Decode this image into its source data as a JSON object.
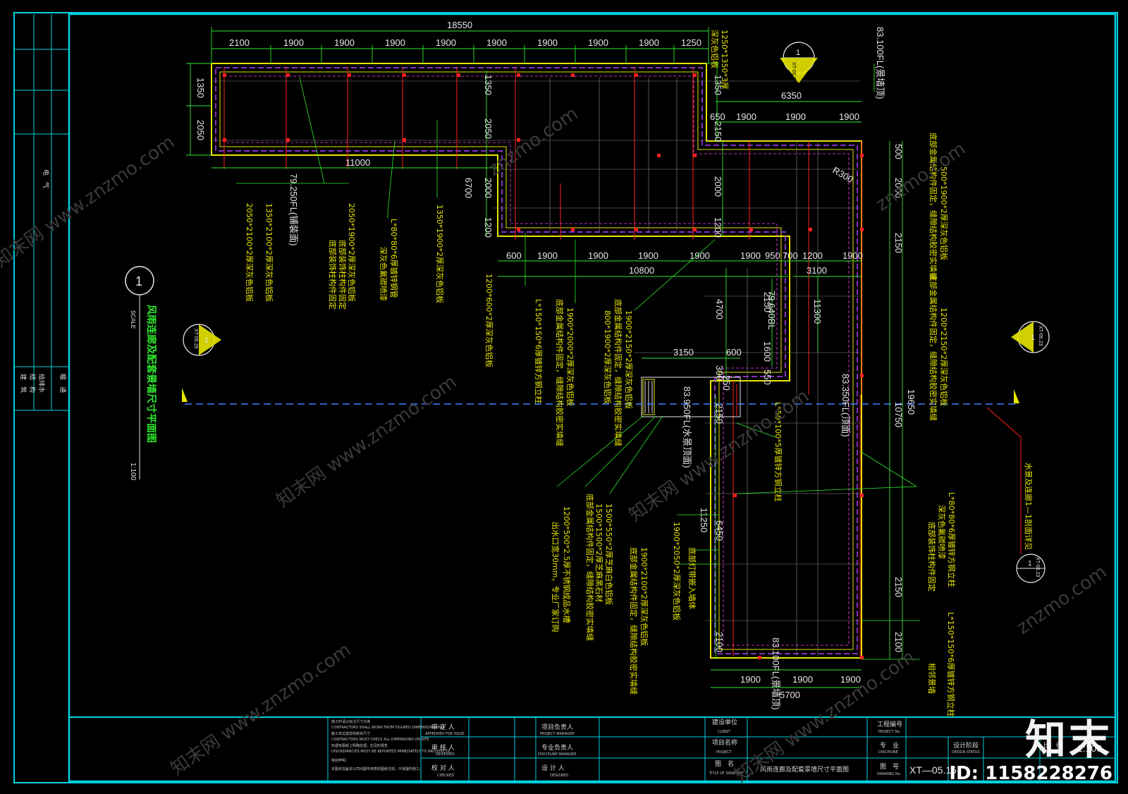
{
  "drawing": {
    "title_vertical": "风雨连廊及配套景墙尺寸平面图",
    "scale_label": "SCALE",
    "scale_value": "1:100",
    "detail_no": "1",
    "left_strip_top": "电　气",
    "left_strip_rows": [
      "建　筑",
      "结　构",
      "给排水",
      "暖　通"
    ]
  },
  "dimensions": {
    "top_total": "18550",
    "top_segments": [
      "2100",
      "1900",
      "1900",
      "1900",
      "1900",
      "1900",
      "1900",
      "1900",
      "1900",
      "1250"
    ],
    "left_1350": "1350",
    "left_2050": "2050",
    "mid_11000": "11000",
    "inner_1350": "1350",
    "inner_2050": "2050",
    "inner_2000": "2000",
    "inner_1200": "1200",
    "inner_6700": "6700",
    "right_6350": "6350",
    "right_segs": [
      "650",
      "1900",
      "1900",
      "1900"
    ],
    "right_2150": "2150",
    "right_1350": "1350",
    "col_2000": "2000",
    "col_1200": "1200",
    "r300": "R300",
    "r_500": "500",
    "r_2000": "2000",
    "r_2150": "2150",
    "bottom_row": [
      "600",
      "1900",
      "1900",
      "1900",
      "1900",
      "1900",
      "950",
      "700",
      "1200",
      "1900"
    ],
    "d_10800": "10800",
    "d_3100": "3100",
    "d_4700": "4700",
    "d_2150": "2150",
    "d_1600": "1600",
    "d_11300": "11300",
    "d_3150": "3150",
    "d_600": "600",
    "d_300": "300",
    "d_250": "250",
    "d_550": "550",
    "d_2150b": "2150",
    "d_10750": "10750",
    "d_19650": "19650",
    "d_11250": "11250",
    "d_6450": "6450",
    "d_2150c": "2150",
    "d_2100": "2100",
    "d_2100b": "2100",
    "bottom_segs": [
      "1900",
      "1900",
      "1900"
    ],
    "d_5700": "5700"
  },
  "levels": {
    "l1": "83.100FL(景墙顶)",
    "l2": "79.250FL(铺装面)",
    "l3": "79.640BL",
    "l4": "83.950FL(水景顶面)",
    "l5": "83.350FL(顶面)",
    "l6": "83.100FL(景墙顶)"
  },
  "notes": {
    "n1": "1250*1350*3厚",
    "n1b": "深灰色铝板",
    "n2": "2050*2100*2厚深灰色铝板",
    "n3": "1350*2100*2厚深灰色铝板",
    "n3b": "底部装饰柱构件固定",
    "n4": "2050*1900*2厚深灰色铝板",
    "n4b": "底部装饰柱构件固定",
    "n5": "L*80*80*6厚镀锌钢管",
    "n5b": "深灰色氟碳喷漆",
    "n6": "1350*1900*2厚深灰色铝板",
    "n7": "1200*600*2厚深灰色铝板",
    "n8": "1900*2000*2厚深灰色铝板",
    "n8b": "底部金属结构件固定，缝隙结构胶密实填缝",
    "n8c": "L*150*150*6厚镀锌方钢立柱",
    "n9": "1900*2150*2厚深灰色铝板",
    "n9b": "底部金属结构件固定，缝隙结构胶密实填缝",
    "n9c": "800*1900*2厚深灰色铝板",
    "n10": "500*1900*2厚深灰色铝板",
    "n10b": "底部金属结构件固定，缝隙结构胶密实填缝",
    "n11": "1200*2150*2厚深灰色铝板",
    "n11b": "底部金属结构件固定，缝隙结构胶密实填缝",
    "n12": "L*50*100*5厚镀锌方钢立柱",
    "n13": "1200*500*2.5厚不锈钢成品水槽",
    "n13b": "出水口宽30mm，专业厂家订购",
    "n14": "1500*1500*2厚芝麻黑石材",
    "n14b": "1500*550*2厚芝麻白色铝板",
    "n14c": "底部金属结构件固定，缝隙结构胶密实填缝",
    "n15": "1900*2100*2厚深灰色铝板",
    "n15b": "底部金属结构件固定，缝隙结构胶密实填缝",
    "n16": "1900*2050*2厚深灰色铝板",
    "n17": "底部灯带嵌入墙体",
    "n18": "L*80*80*6厚镀锌方钢立柱",
    "n18b": "深灰色氟碳喷漆",
    "n18c": "底部装饰柱构件固定",
    "n19": "L*150*150*6厚镀锌方钢立柱",
    "n19b": "相邻景墙",
    "n20": "水景及连廊1—1剖面详见"
  },
  "markers": {
    "sec_top_label": "XT-05.29",
    "sec_left_label": "XT-05.29",
    "sec_right_label": "XT-05.23",
    "sec_small_label": "XT-05.23",
    "sec_num": "1"
  },
  "title_block": {
    "notes": [
      "施工时请以标注尺寸为准",
      "CONTRACTORS SHALL WORK FROM FIGURED DIMENSIONS ONLY",
      "施工单位需现场核实尺寸",
      "CONTRACTORS MUST CHECK ALL DIMENSIONS ON SITE",
      "如遇有图纸上明确处理，应及时报告",
      "DISCREPANCIES MUST BE REPORTED IMMEDIATELY TO ARCHITECTS",
      "特别声明：",
      "本图未加盖本公司出图专用章的图纸无效，不得擅作施工。"
    ],
    "approved": "审 定 人",
    "approved_en": "APPROVED FOR ISSUE",
    "reviewed": "审 核 人",
    "reviewed_en": "REVIEWED",
    "checked": "校 对 人",
    "checked_en": "CHECKED",
    "pm": "项目负责人",
    "pm_en": "PROJECT MANAGER",
    "dm": "专业负责人",
    "dm_en": "DISCIPLINE MANAGER",
    "designed": "设 计 人",
    "designed_en": "DESIGNED",
    "client": "建设单位",
    "client_en": "CLIENT",
    "project": "项目名称",
    "project_en": "PROJECT",
    "title_of_drawing": "图　名",
    "title_of_drawing_en": "TITLE OF DRAWING",
    "drawing_name": "风雨连廊及配套景墙尺寸平面图",
    "project_no": "工程编号",
    "project_no_en": "PROJECT No.",
    "discipline": "专　业",
    "discipline_en": "DISCIPLINE",
    "drawing_no": "图　号",
    "drawing_no_en": "DRAWING No.",
    "drawing_no_value": "XT—05.15",
    "design_status": "设计阶段",
    "design_status_en": "DESIGN STATUS",
    "scale": "比　例",
    "scale_en": "SCALE",
    "scale_value": "1:100"
  },
  "watermark": {
    "brand": "知末",
    "id_text": "ID: 1158228276",
    "site": "znzmo.com",
    "site_cn": "知末网 www.znzmo.com"
  },
  "colors": {
    "frame": "#00d0e0",
    "dim": "#2ee82e",
    "wall": "#e8e600",
    "purple": "#b040ff",
    "red": "#ff2020",
    "grid": "#c8c8c8",
    "blue": "#4080ff"
  }
}
